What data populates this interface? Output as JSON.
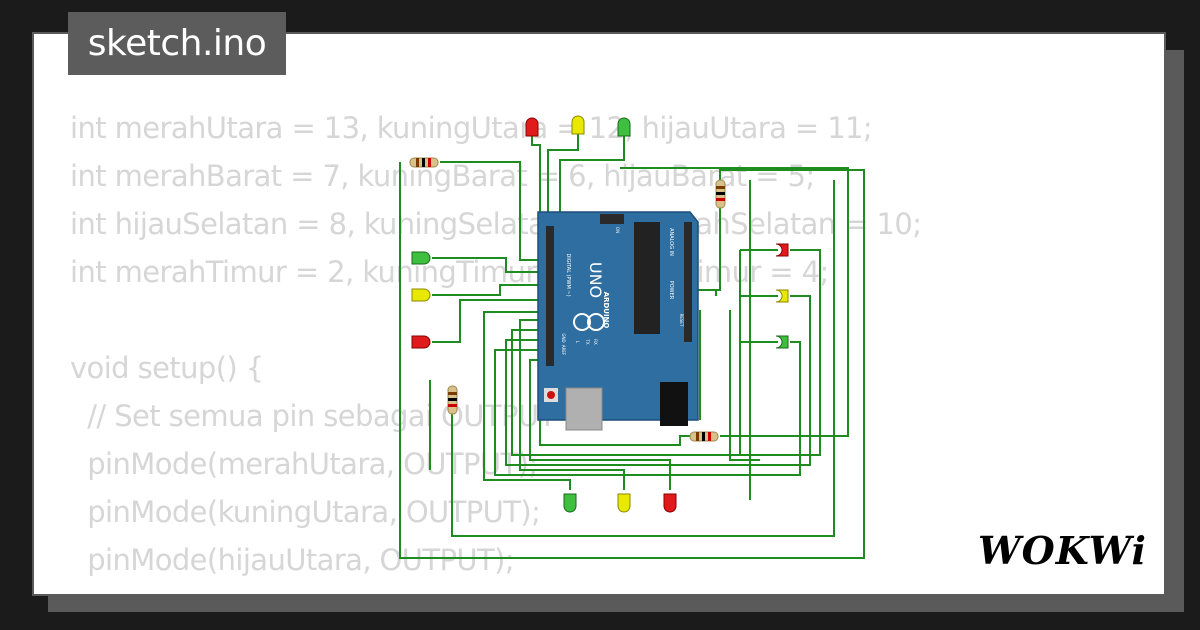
{
  "window": {
    "title": "sketch.ino"
  },
  "code": {
    "lines": [
      "int merahUtara = 13, kuningUtara = 12, hijauUtara = 11;",
      "int merahBarat = 7, kuningBarat = 6, hijauBarat = 5;",
      "int hijauSelatan = 8, kuningSelatan = 9, merahSelatan = 10;",
      "int merahTimur = 2, kuningTimur = 3, hijauTimur = 4;",
      "",
      "void setup() {",
      "  // Set semua pin sebagai OUTPUT",
      "  pinMode(merahUtara, OUTPUT);",
      "  pinMode(kuningUtara, OUTPUT);",
      "  pinMode(hijauUtara, OUTPUT);"
    ]
  },
  "board": {
    "model": "UNO",
    "brand": "ARDUINO",
    "digital_label": "DIGITAL (PWM ~)",
    "analog_label": "ANALOG IN",
    "power_label": "POWER",
    "aref_label": "AREF",
    "gnd_label": "GND",
    "on_label": "ON",
    "tx_label": "TX",
    "rx_label": "RX",
    "l_label": "L",
    "reset_label": "RESET"
  },
  "logo": {
    "text": "WOKWi"
  },
  "colors": {
    "wire": "#1e8c1e",
    "led_red": "#e01b1b",
    "led_yellow": "#e8e800",
    "led_green": "#3fbf3f",
    "board": "#2e6ea0",
    "tab_bg": "#5c5c5c"
  }
}
